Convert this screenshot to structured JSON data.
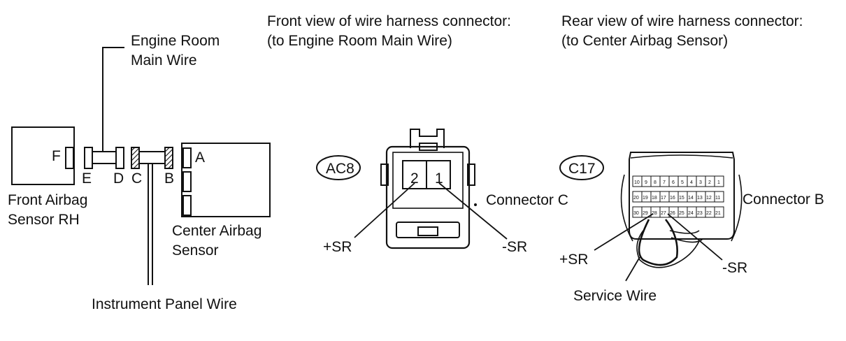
{
  "wiring": {
    "engine_room_line1": "Engine Room",
    "engine_room_line2": "Main Wire",
    "front_sensor_line1": "Front Airbag",
    "front_sensor_line2": "Sensor RH",
    "center_sensor_line1": "Center Airbag",
    "center_sensor_line2": "Sensor",
    "instrument_panel": "Instrument Panel Wire",
    "letters": {
      "f": "F",
      "e": "E",
      "d": "D",
      "c": "C",
      "b": "B",
      "a": "A"
    }
  },
  "front_view": {
    "heading_line1": "Front view of wire harness connector:",
    "heading_line2": "(to Engine Room Main Wire)",
    "badge": "AC8",
    "pin_left": "2",
    "pin_right": "1",
    "connector_label": "Connector C",
    "plus_label": "+SR",
    "minus_label": "-SR"
  },
  "rear_view": {
    "heading_line1": "Rear view of wire harness connector:",
    "heading_line2": "(to Center Airbag Sensor)",
    "badge": "C17",
    "connector_label": "Connector B",
    "plus_label": "+SR",
    "minus_label": "-SR",
    "service_wire": "Service Wire",
    "pin_rows": [
      [
        "10",
        "9",
        "8",
        "7",
        "6",
        "5",
        "4",
        "3",
        "2",
        "1"
      ],
      [
        "20",
        "19",
        "18",
        "17",
        "16",
        "15",
        "14",
        "13",
        "12",
        "11"
      ],
      [
        "30",
        "29",
        "28",
        "27",
        "26",
        "25",
        "24",
        "23",
        "22",
        "21"
      ]
    ]
  }
}
